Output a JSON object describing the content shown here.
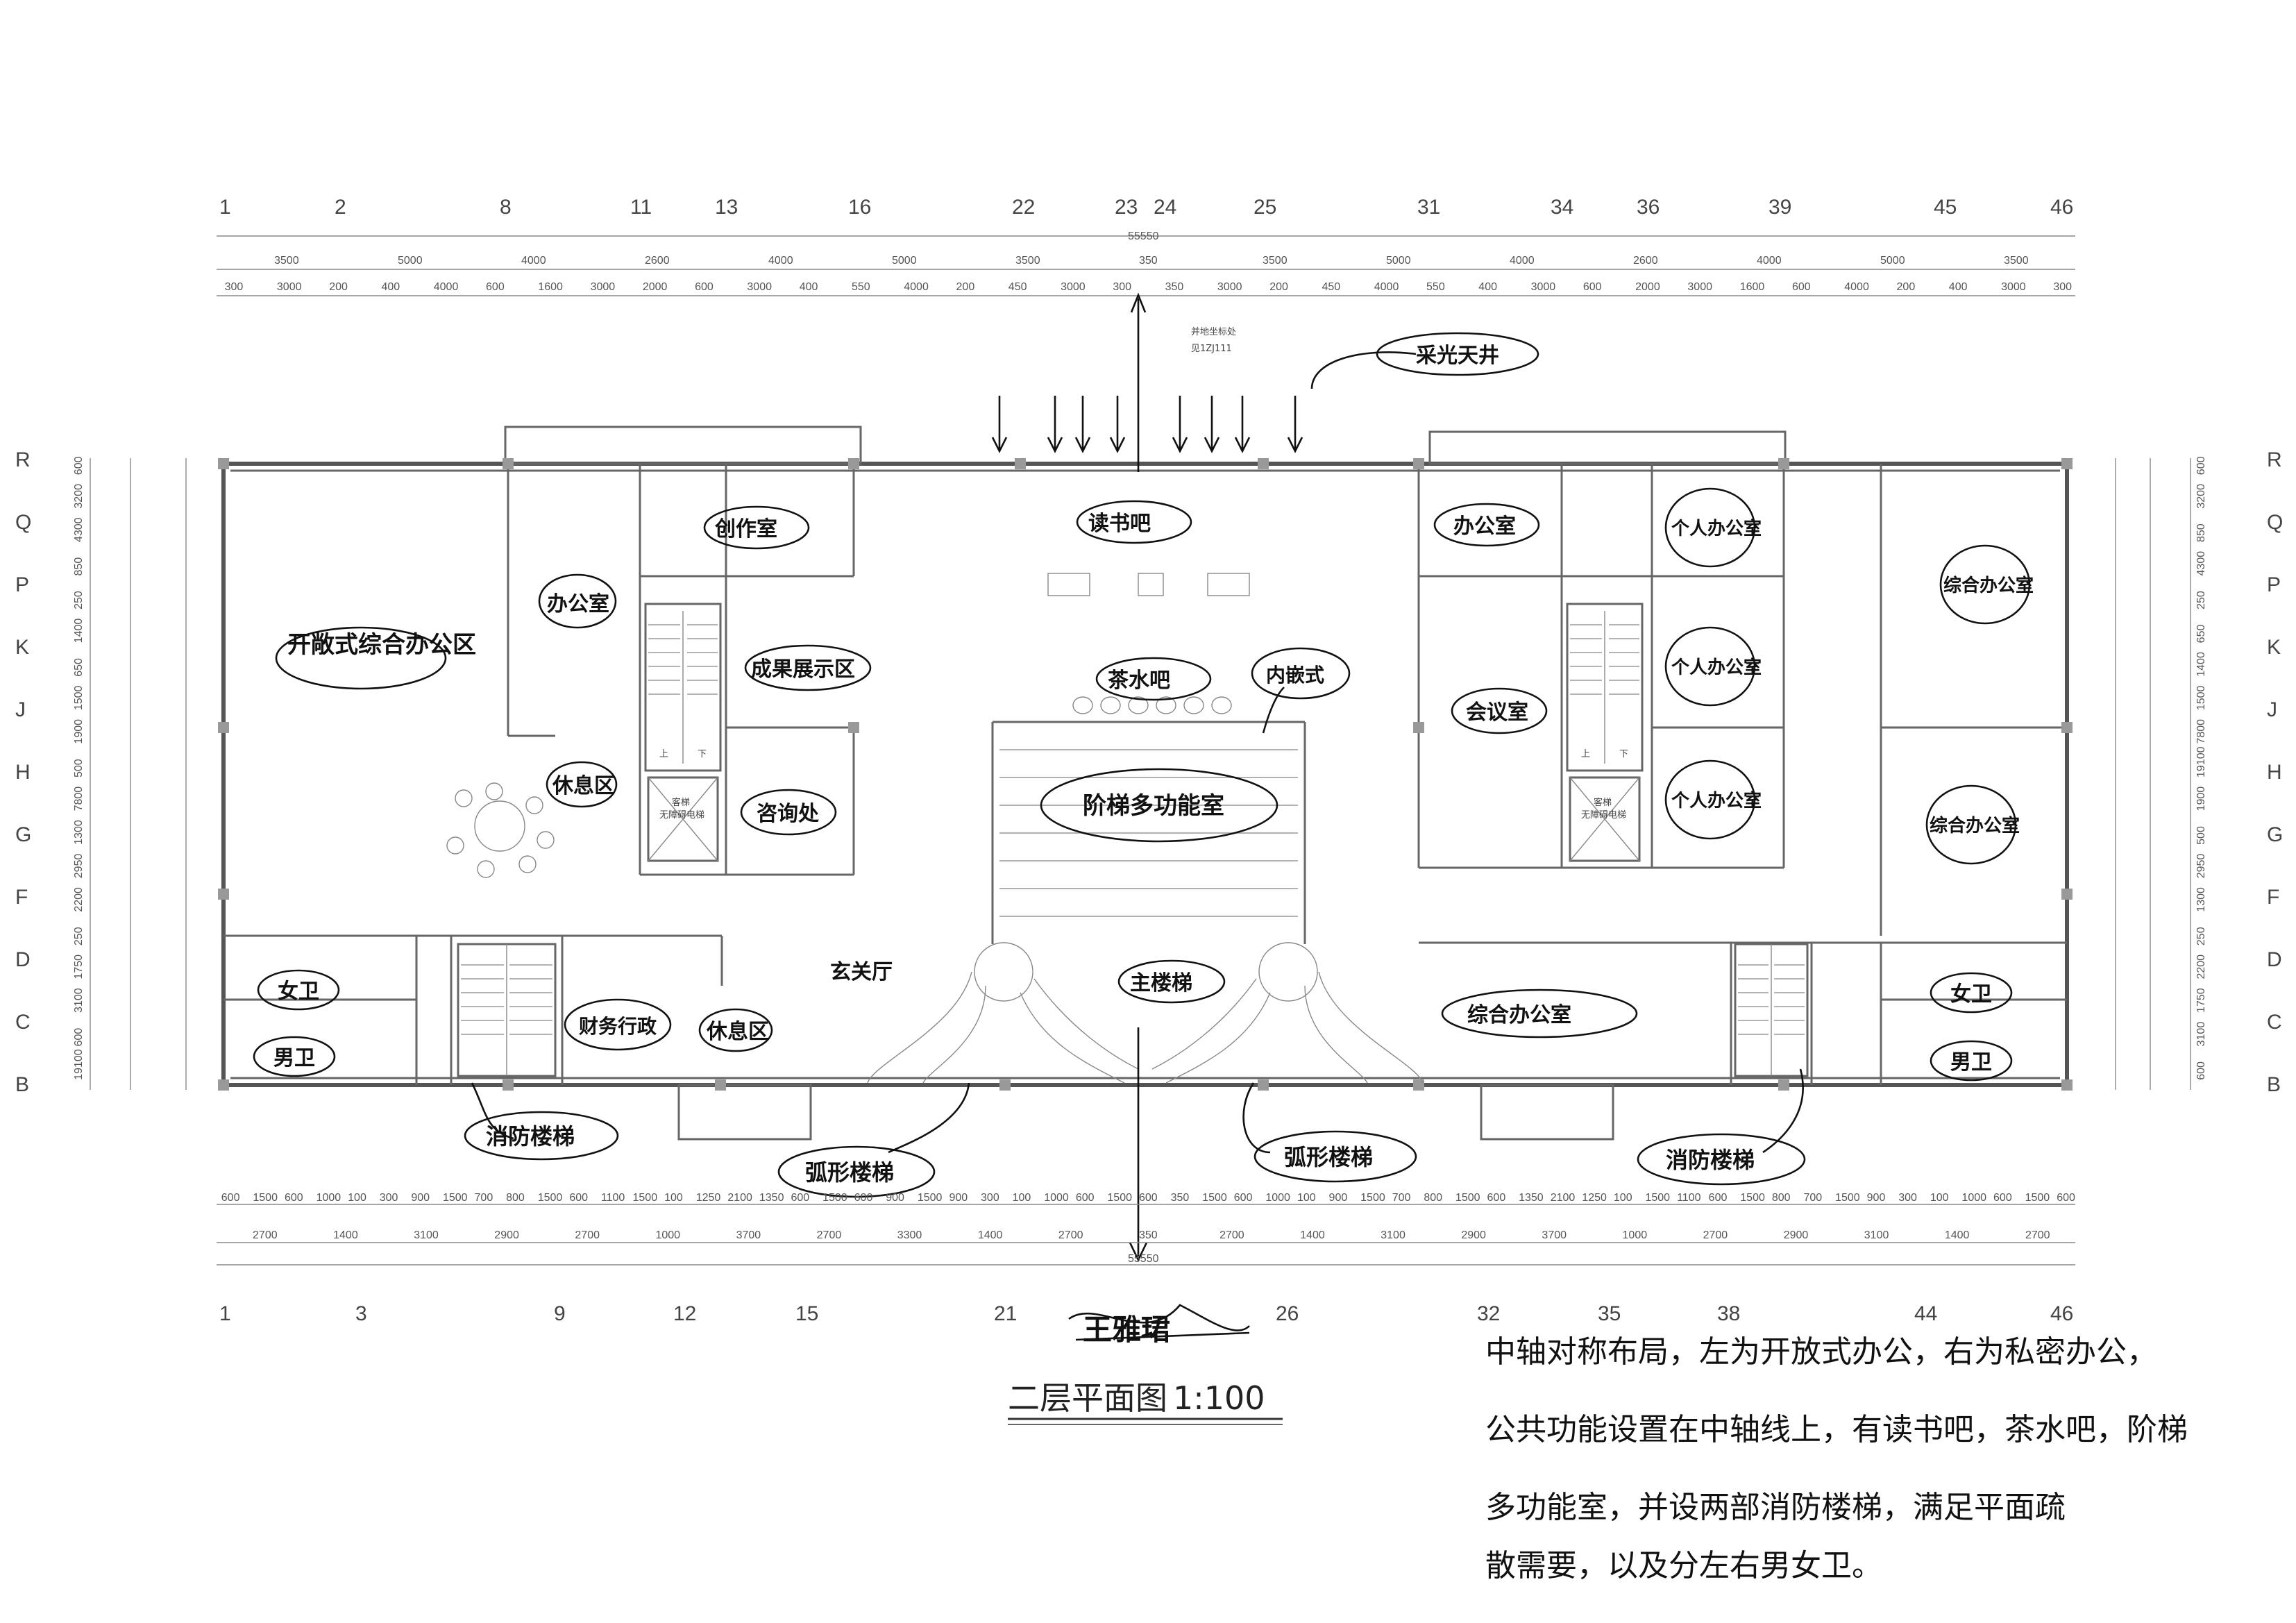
{
  "drawing": {
    "title": "二层平面图",
    "scale": "1:100",
    "signature": "王雅珺"
  },
  "axes": {
    "top": [
      "1",
      "2",
      "8",
      "11",
      "13",
      "16",
      "22",
      "23",
      "24",
      "25",
      "31",
      "34",
      "36",
      "39",
      "45",
      "46"
    ],
    "bottom": [
      "1",
      "3",
      "9",
      "12",
      "15",
      "21",
      "26",
      "32",
      "35",
      "38",
      "44",
      "46"
    ],
    "left_letters": [
      "R",
      "Q",
      "P",
      "K",
      "J",
      "H",
      "G",
      "F",
      "D",
      "C",
      "B"
    ],
    "right_letters": [
      "R",
      "Q",
      "P",
      "K",
      "J",
      "H",
      "G",
      "F",
      "D",
      "C",
      "B"
    ]
  },
  "dimensions": {
    "top_total": "55550",
    "bottom_total": "55550",
    "top_row1": [
      "3500",
      "5000",
      "4000",
      "2600",
      "4000",
      "5000",
      "3500",
      "350",
      "3500",
      "5000",
      "4000",
      "2600",
      "4000",
      "5000",
      "3500"
    ],
    "top_row2": [
      "300",
      "3000",
      "200",
      "400",
      "4000",
      "600",
      "1600",
      "3000",
      "2000",
      "600",
      "3000",
      "400",
      "550",
      "4000",
      "200",
      "450",
      "3000",
      "300",
      "350",
      "3000",
      "200",
      "450",
      "4000",
      "550",
      "400",
      "3000",
      "600",
      "2000",
      "3000",
      "1600",
      "600",
      "4000",
      "200",
      "400",
      "3000",
      "300"
    ],
    "bottom_row1": [
      "600",
      "1500",
      "600",
      "1000",
      "100",
      "300",
      "900",
      "1500",
      "700",
      "800",
      "1500",
      "600",
      "1100",
      "1500",
      "100",
      "1250",
      "2100",
      "1350",
      "600",
      "1500",
      "600",
      "900",
      "1500",
      "900",
      "300",
      "100",
      "1000",
      "600",
      "1500",
      "600",
      "350",
      "1500",
      "600",
      "1000",
      "100",
      "900",
      "1500",
      "700",
      "800",
      "1500",
      "600",
      "1350",
      "2100",
      "1250",
      "100",
      "1500",
      "1100",
      "600",
      "1500",
      "800",
      "700",
      "1500",
      "900",
      "300",
      "100",
      "1000",
      "600",
      "1500",
      "600"
    ],
    "bottom_row2": [
      "2700",
      "1400",
      "3100",
      "2900",
      "2700",
      "1000",
      "3700",
      "2700",
      "3300",
      "1400",
      "2700",
      "350",
      "2700",
      "1400",
      "3100",
      "2900",
      "3700",
      "1000",
      "2700",
      "2900",
      "3100",
      "1400",
      "2700"
    ],
    "left_side": [
      "600",
      "3200",
      "4300",
      "850",
      "250",
      "1400",
      "650",
      "1500",
      "1900",
      "500",
      "7800",
      "1300",
      "2950",
      "2200",
      "250",
      "1750",
      "3100",
      "600",
      "19100"
    ],
    "right_side": [
      "600",
      "3200",
      "850",
      "4300",
      "250",
      "650",
      "1400",
      "1500",
      "7800",
      "19100",
      "1900",
      "500",
      "2950",
      "1300",
      "250",
      "2200",
      "1750",
      "3100",
      "600"
    ]
  },
  "plan_labels": {
    "north_note_1": "并地坐标处",
    "north_note_2": "见1ZJ111",
    "elevator_1": "客梯",
    "elevator_2": "无障碍电梯",
    "stair_up": "上",
    "stair_down": "下"
  },
  "handwritten_rooms": [
    {
      "text": "开敞式综合办公区"
    },
    {
      "text": "办公室"
    },
    {
      "text": "创作室"
    },
    {
      "text": "成果展示区"
    },
    {
      "text": "休息区"
    },
    {
      "text": "咨询处"
    },
    {
      "text": "读书吧"
    },
    {
      "text": "茶水吧"
    },
    {
      "text": "内嵌式"
    },
    {
      "text": "阶梯多功能室"
    },
    {
      "text": "采光天井"
    },
    {
      "text": "办公室"
    },
    {
      "text": "个人办公室"
    },
    {
      "text": "个人办公室"
    },
    {
      "text": "会议室"
    },
    {
      "text": "个人办公室"
    },
    {
      "text": "综合办公室"
    },
    {
      "text": "综合办公室"
    },
    {
      "text": "女卫"
    },
    {
      "text": "男卫"
    },
    {
      "text": "财务行政"
    },
    {
      "text": "休息区"
    },
    {
      "text": "玄关厅"
    },
    {
      "text": "主楼梯"
    },
    {
      "text": "综合办公室"
    },
    {
      "text": "女卫"
    },
    {
      "text": "男卫"
    },
    {
      "text": "消防楼梯"
    },
    {
      "text": "弧形楼梯"
    },
    {
      "text": "弧形楼梯"
    },
    {
      "text": "消防楼梯"
    }
  ],
  "design_note": [
    "中轴对称布局，左为开放式办公，右为私密办公，",
    "公共功能设置在中轴线上，有读书吧，茶水吧，阶梯",
    "多功能室，并设两部消防楼梯，满足平面疏",
    "散需要，以及分左右男女卫。"
  ]
}
